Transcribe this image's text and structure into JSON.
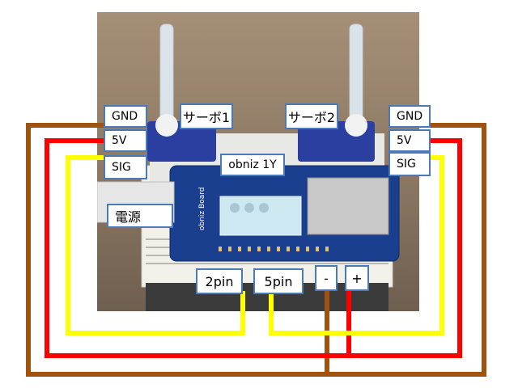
{
  "labels": {
    "left_gnd": "GND",
    "left_5v": "5V",
    "left_sig": "SIG",
    "right_gnd": "GND",
    "right_5v": "5V",
    "right_sig": "SIG",
    "servo1": "サーボ1",
    "servo2": "サーボ2",
    "obniz": "obniz 1Y",
    "power": "電源",
    "pin2": "2pin",
    "pin5": "5pin",
    "minus": "-",
    "plus": "+"
  },
  "colors": {
    "gnd_wire": "#a0520f",
    "vcc_wire": "#ff0000",
    "sig_wire": "#ffff00",
    "label_border": "#4a7ab8",
    "board": "#1b3f8f",
    "breadboard": "#f1f1ea",
    "lcd": "#cde8f0"
  },
  "device_text": {
    "board_side": "obniz Board"
  }
}
